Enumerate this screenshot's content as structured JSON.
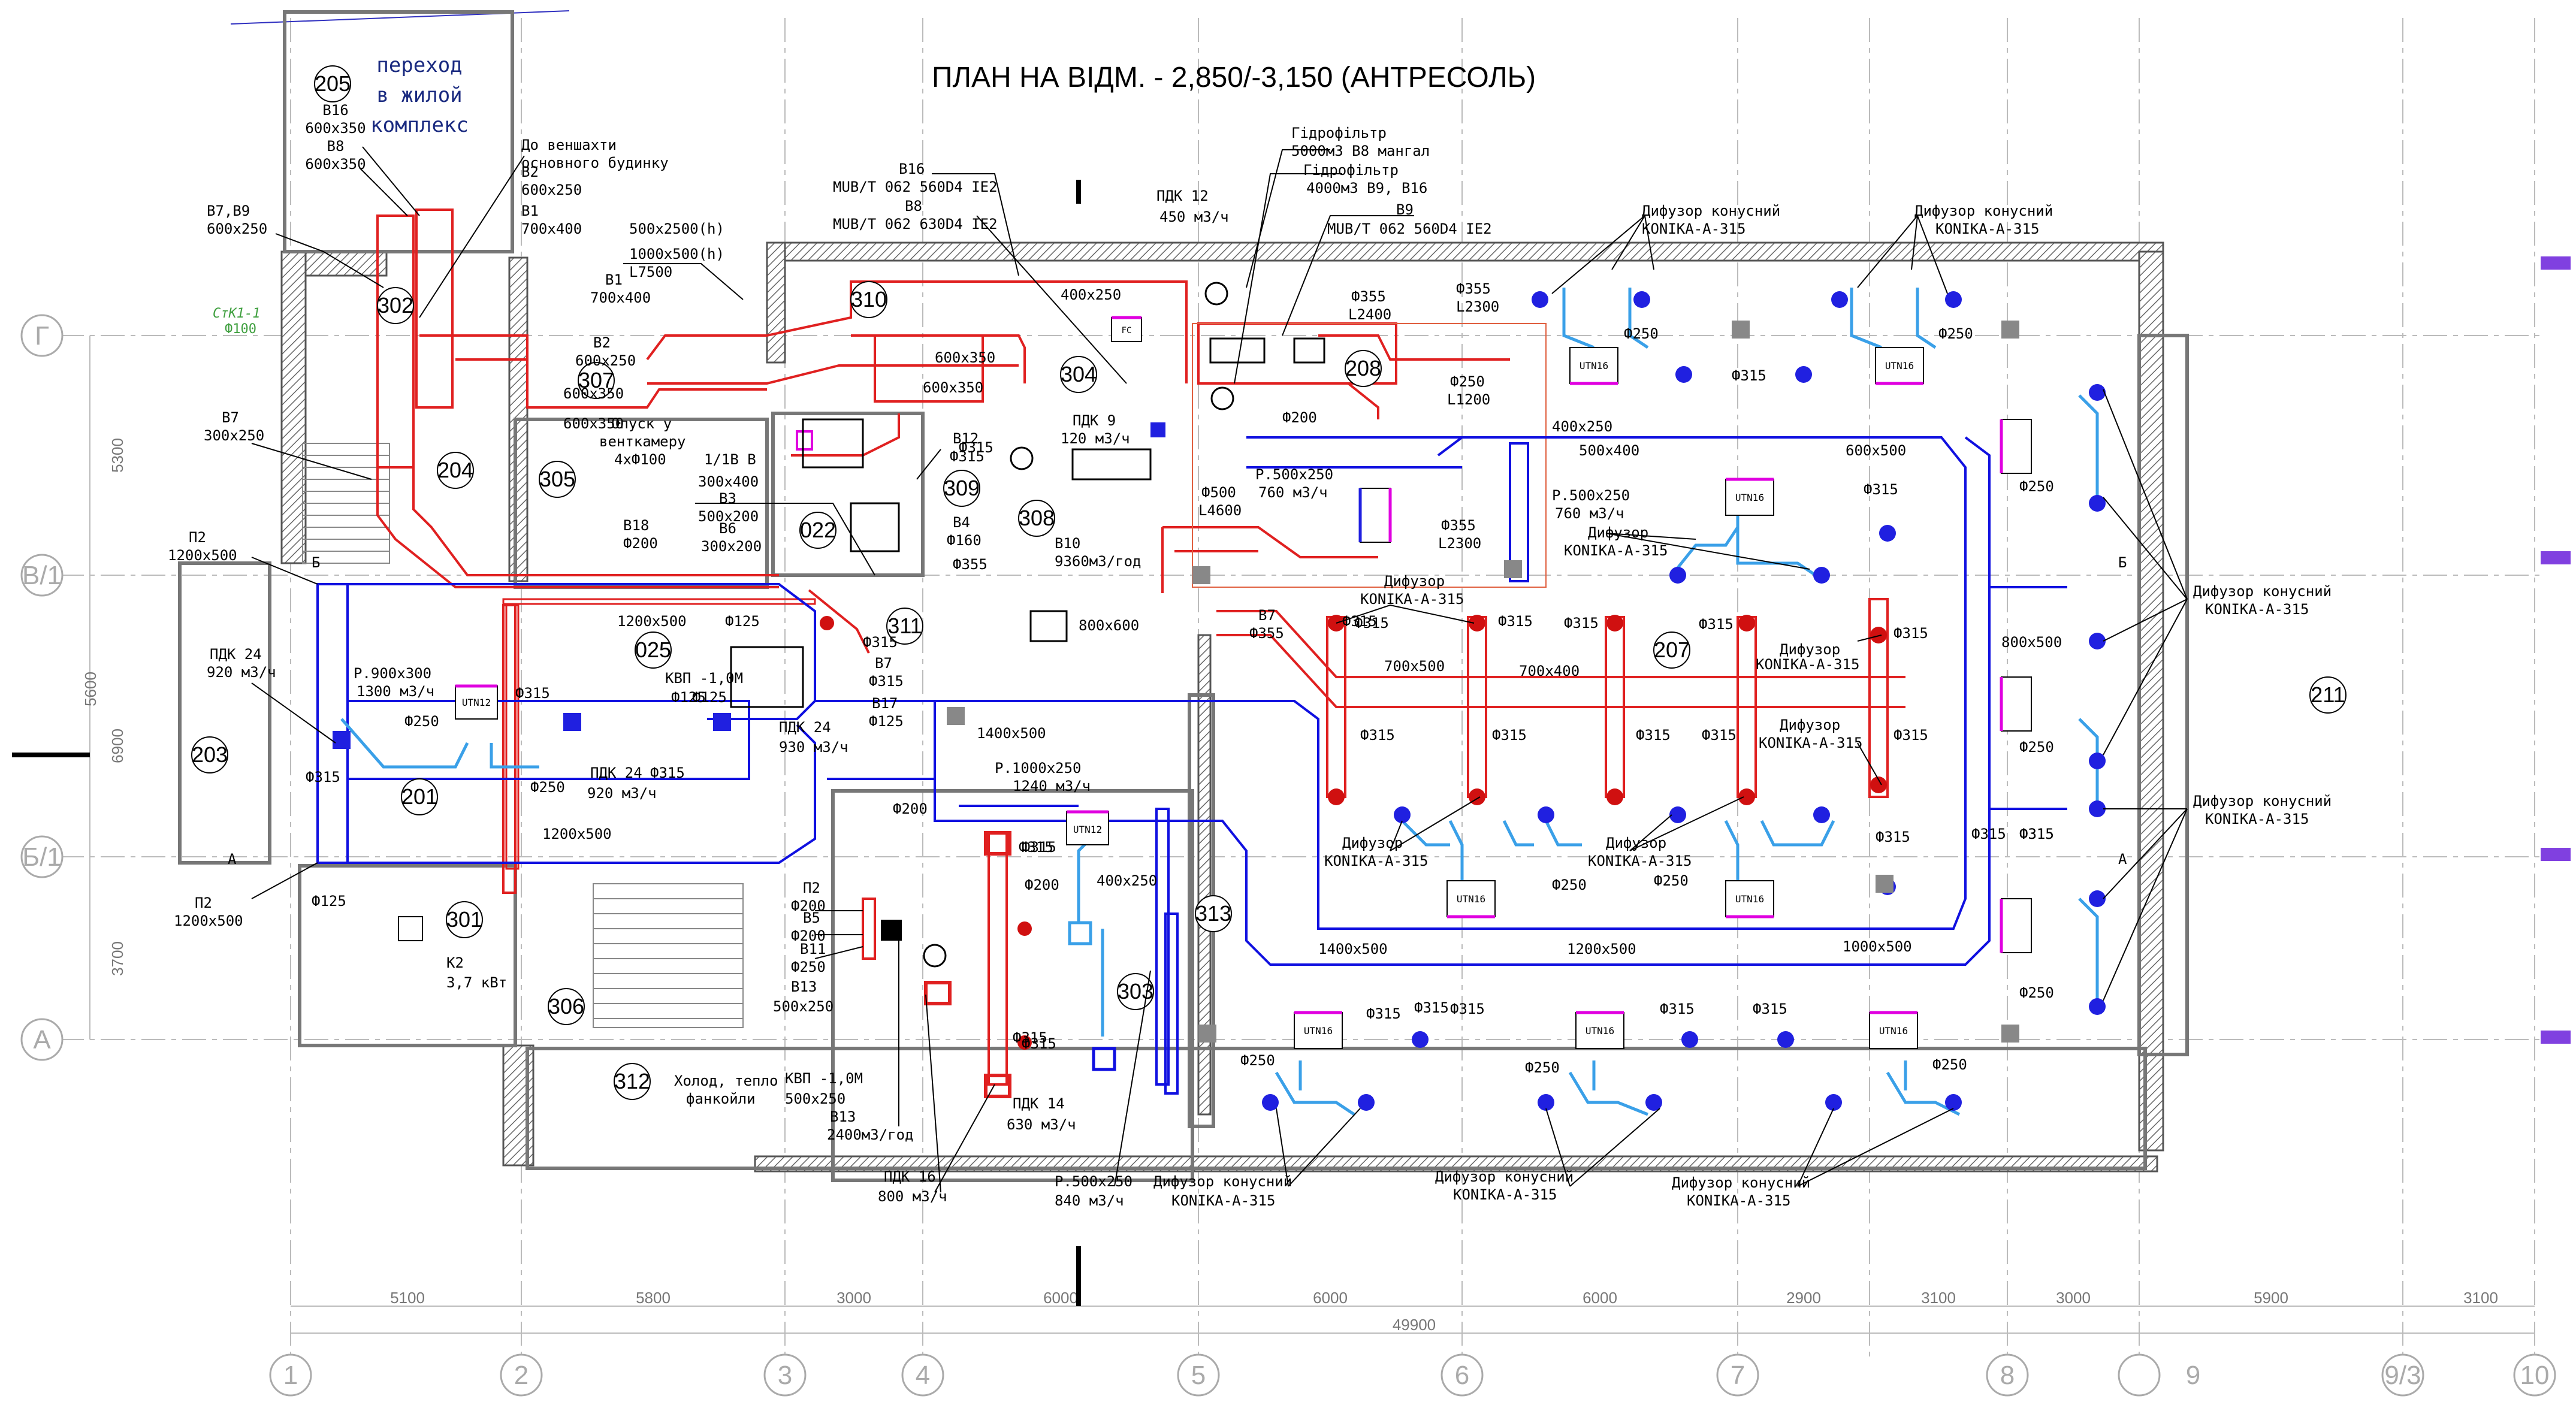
{
  "drawing": {
    "title": "ПЛАН НА ВІДМ. - 2,850/-3,150 (АНТРЕСОЛЬ)",
    "transition_note": [
      "переход",
      "в жилой",
      "комплекс"
    ],
    "total_length": "49900",
    "bottom_dims": [
      "5100",
      "5800",
      "3000",
      "6000",
      "6000",
      "6000",
      "2900",
      "3100",
      "3000",
      "5900",
      "3100"
    ],
    "left_dims": [
      "5300",
      "5600",
      "6900",
      "3700"
    ],
    "col_axes": [
      "1",
      "2",
      "3",
      "4",
      "5",
      "6",
      "7",
      "8",
      "9",
      "9/3",
      "10"
    ],
    "row_axes": [
      "Г",
      "В/1",
      "Б/1",
      "А"
    ]
  },
  "rooms": [
    "205",
    "302",
    "204",
    "307",
    "305",
    "310",
    "304",
    "208",
    "022",
    "309",
    "308",
    "311",
    "025",
    "203",
    "201",
    "301",
    "306",
    "312",
    "303",
    "313",
    "207",
    "211"
  ],
  "labels": {
    "b16_top": [
      "В16",
      "600x350"
    ],
    "b8_top": [
      "В8",
      "600x350"
    ],
    "to_vent": [
      "До веншахти",
      "основного будинку"
    ],
    "b2_600": [
      "В2",
      "600x250"
    ],
    "b1_700": [
      "В1",
      "700x400"
    ],
    "b7b9": [
      "В7,В9",
      "600x250"
    ],
    "shaft": [
      "500x2500(h)",
      "1000x500(h)",
      "L7500"
    ],
    "b1_l": [
      "В1",
      "700x400"
    ],
    "b2_l": [
      "В2",
      "600x250"
    ],
    "s600x350": "600x350",
    "s600x350b": "600x350",
    "s600x350c": "600x350",
    "s600x350d": "600x350",
    "b7_300": [
      "В7",
      "300x250"
    ],
    "stk": [
      "СтК1-1",
      "Ф100"
    ],
    "opusk": [
      "Опуск у",
      "венткамеру",
      "4хФ100"
    ],
    "b18": [
      "В18",
      "Ф200"
    ],
    "v11b": [
      "1/1В  В",
      "300x400"
    ],
    "b3": [
      "В3",
      "500x200"
    ],
    "b6": [
      "В6",
      "300x200"
    ],
    "b12": [
      "В12",
      "Ф315"
    ],
    "b4": [
      "В4",
      "Ф160"
    ],
    "b4_355": "Ф355",
    "b10": [
      "В10",
      "9360м3/год"
    ],
    "s400x250": "400x250",
    "mub": [
      "В16",
      "MUB/T 062 560D4 IE2",
      "В8",
      "MUB/T 062 630D4 IE2"
    ],
    "pdk12": [
      "ПДК 12",
      "450 м3/ч"
    ],
    "hydro1": [
      "Гідрофільтр",
      "5000м3 В8 мангал"
    ],
    "hydro2": [
      "Гідрофільтр",
      "4000м3 В9, В16"
    ],
    "b9": [
      "В9",
      "MUB/T 062 560D4 IE2"
    ],
    "d355_l2400": [
      "Ф355",
      "L2400"
    ],
    "d355_l2300": [
      "Ф355",
      "L2300"
    ],
    "d250_l1200": [
      "Ф250",
      "L1200"
    ],
    "pdk9": [
      "ПДК 9",
      "120 м3/ч"
    ],
    "d200_a": "Ф200",
    "p500_760a": [
      "Р.500x250",
      "760 м3/ч"
    ],
    "d500_l4600": [
      "Ф500",
      "L4600"
    ],
    "d355_l2300b": [
      "Ф355",
      "L2300"
    ],
    "s400x250b": "400x250",
    "p500_760b": [
      "Р.500x250",
      "760 м3/ч"
    ],
    "s500x400": "500x400",
    "s600x500": "600x500",
    "s800x600": "800x600",
    "b7_355": [
      "В7",
      "Ф355"
    ],
    "p2_top": [
      "П2",
      "1200x500"
    ],
    "p2_bot": [
      "П2",
      "1200x500"
    ],
    "s1200x500a": "1200x500",
    "s1200x500b": "1200x500",
    "d125a": "Ф125",
    "d125b": "Ф125",
    "kvp": [
      "КВП -1,0М",
      "Ф125"
    ],
    "pdk24a": [
      "ПДК 24",
      "920 м3/ч"
    ],
    "p900": [
      "Р.900x300",
      "1300 м3/ч"
    ],
    "d250_a": "Ф250",
    "d315_a": "Ф315",
    "d315_b": "Ф315",
    "pdk24b": [
      "ПДК 24",
      "920 м3/ч"
    ],
    "pdk24c": [
      "ПДК 24",
      "930 м3/ч"
    ],
    "d250_b": "Ф250",
    "d315_c": "Ф315",
    "b7_315": [
      "В7",
      "Ф315"
    ],
    "b17": [
      "В17",
      "Ф125"
    ],
    "s1400x500a": "1400x500",
    "p1000": [
      "Р.1000x250",
      "1240 м3/ч"
    ],
    "d200_b": "Ф200",
    "s400x250c": "400x250",
    "d200_c": "Ф200",
    "d315_d": "Ф315",
    "p2_d200": [
      "П2",
      "Ф200"
    ],
    "b5": [
      "В5",
      "Ф200"
    ],
    "b11": [
      "В11",
      "Ф250"
    ],
    "b13a": [
      "В13",
      "500x250"
    ],
    "kvp2": [
      "КВП -1,0М",
      "500x250"
    ],
    "b13b": [
      "В13",
      "2400м3/год"
    ],
    "holod": [
      "Холод, тепло",
      "фанкойли"
    ],
    "d125c": "Ф125",
    "k2": [
      "К2",
      "3,7 кВт"
    ],
    "d315_e": "Ф315",
    "pdk14": [
      "ПДК 14",
      "630 м3/ч"
    ],
    "pdk16": [
      "ПДК 16",
      "800 м3/ч"
    ],
    "p500_840": [
      "Р.500x250",
      "840 м3/ч"
    ],
    "s800x500": "800x500",
    "s700x500": "700x500",
    "s700x400": "700x400",
    "s1400x500b": "1400x500",
    "s1200x500c": "1200x500",
    "s1000x500": "1000x500",
    "diff_top1": [
      "Дифузор конусний",
      "KONIKA-A-315"
    ],
    "diff_top2": [
      "Дифузор конусний",
      "KONIKA-A-315"
    ],
    "diff_right1": [
      "Дифузор конусний",
      "KONIKA-A-315"
    ],
    "diff_right2": [
      "Дифузор конусний",
      "KONIKA-A-315"
    ],
    "diff_bot1": [
      "Дифузор конусний",
      "KONIKA-A-315"
    ],
    "diff_bot2": [
      "Дифузор конусний",
      "KONIKA-A-315"
    ],
    "diff_bot3": [
      "Дифузор конусний",
      "KONIKA-A-315"
    ],
    "diff_mid1": [
      "Дифузор",
      "KONIKA-A-315"
    ],
    "diff_mid2": [
      "Дифузор",
      "KONIKA-A-315"
    ],
    "diff_mid3": [
      "Дифузор",
      "KONIKA-A-315"
    ],
    "diff_mid4": [
      "Дифузор",
      "KONIKA-A-315"
    ],
    "diff_mid5": [
      "Дифузор",
      "KONIKA-A-315"
    ],
    "diff_mid6": [
      "Дифузор",
      "KONIKA-A-315"
    ],
    "unit": "UTN16",
    "unit12": "UTN12",
    "fc": "FC",
    "d250_list": [
      "Ф250",
      "Ф250",
      "Ф250",
      "Ф250",
      "Ф250",
      "Ф250",
      "Ф250",
      "Ф250",
      "Ф250",
      "Ф250"
    ],
    "d315_list": [
      "Ф315",
      "Ф315",
      "Ф315",
      "Ф315",
      "Ф315",
      "Ф315",
      "Ф315",
      "Ф315",
      "Ф315",
      "Ф315",
      "Ф315",
      "Ф315",
      "Ф315",
      "Ф315",
      "Ф315",
      "Ф315",
      "Ф315",
      "Ф315",
      "Ф315",
      "Ф315",
      "Ф315",
      "Ф315",
      "Ф315",
      "Ф315",
      "Ф315",
      "Ф315"
    ],
    "section": [
      "Б",
      "Б",
      "А",
      "А"
    ]
  },
  "colors": {
    "supply": "#1010e0",
    "exhaust": "#e02020",
    "flex": "#3aa0e8",
    "magenta": "#e000e0",
    "wall": "#777777"
  }
}
